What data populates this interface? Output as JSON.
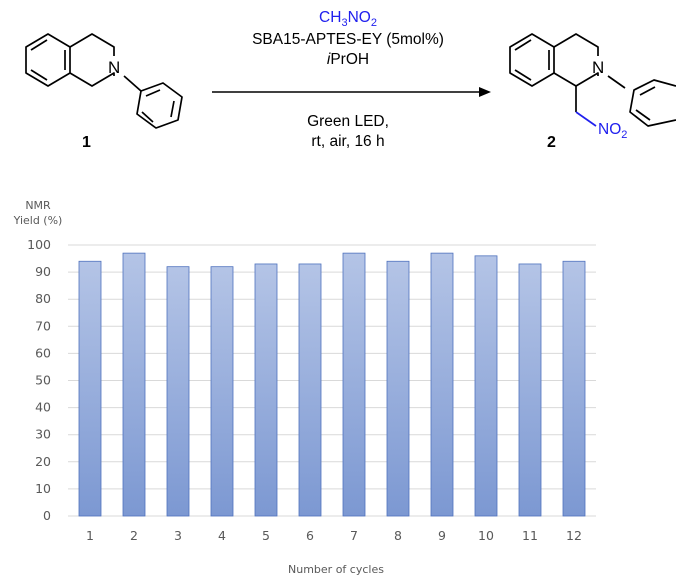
{
  "scheme": {
    "reagent_line1_main": "CH",
    "reagent_line1_sub1": "3",
    "reagent_line1_mid": "NO",
    "reagent_line1_sub2": "2",
    "reagent_line2": "SBA15-APTES-EY (5mol%)",
    "reagent_line3_italic": "i",
    "reagent_line3_rest": "PrOH",
    "condition_line1": "Green LED,",
    "condition_line2": "rt, air, 16 h",
    "reactant_label": "1",
    "product_label": "2",
    "atom_N": "N",
    "nitro_main": "NO",
    "nitro_sub": "2",
    "colors": {
      "reagent": "#2020ee",
      "nitro_bond": "#2020ee",
      "structure": "#000000"
    }
  },
  "chart_data": {
    "type": "bar",
    "title": "",
    "ylabel_line1": "NMR",
    "ylabel_line2": "Yield (%)",
    "xlabel": "Number of cycles",
    "categories": [
      "1",
      "2",
      "3",
      "4",
      "5",
      "6",
      "7",
      "8",
      "9",
      "10",
      "11",
      "12"
    ],
    "values": [
      94,
      97,
      92,
      92,
      93,
      93,
      97,
      94,
      97,
      96,
      93,
      94
    ],
    "ylim": [
      0,
      100
    ],
    "yticks": [
      "0",
      "10",
      "20",
      "30",
      "40",
      "50",
      "60",
      "70",
      "80",
      "90",
      "100"
    ],
    "grid": true,
    "legend": "none",
    "colors": {
      "bar_top": "#b4c4e6",
      "bar_bottom": "#7c98d2",
      "bar_edge": "#4f72be",
      "grid": "#d9d9d9"
    }
  }
}
